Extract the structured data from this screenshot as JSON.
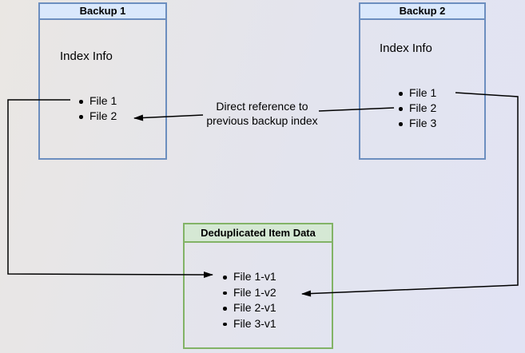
{
  "colors": {
    "page-bg-start": "#eae7e3",
    "page-bg-end": "#e1e3f4",
    "blue-fill": "#dae8fc",
    "blue-border": "#6c8ebf",
    "green-fill": "#d5e8d4",
    "green-border": "#82b366",
    "arrow": "#000000",
    "text": "#000000"
  },
  "backup1": {
    "title": "Backup 1",
    "section_label": "Index Info",
    "items": [
      "File 1",
      "File 2"
    ]
  },
  "backup2": {
    "title": "Backup 2",
    "section_label": "Index Info",
    "items": [
      "File 1",
      "File 2",
      "File 3"
    ]
  },
  "dedup_store": {
    "title": "Deduplicated Item Data",
    "items": [
      "File 1-v1",
      "File 1-v2",
      "File 2-v1",
      "File 3-v1"
    ]
  },
  "annotation": {
    "line1": "Direct reference to",
    "line2": "previous backup index"
  }
}
